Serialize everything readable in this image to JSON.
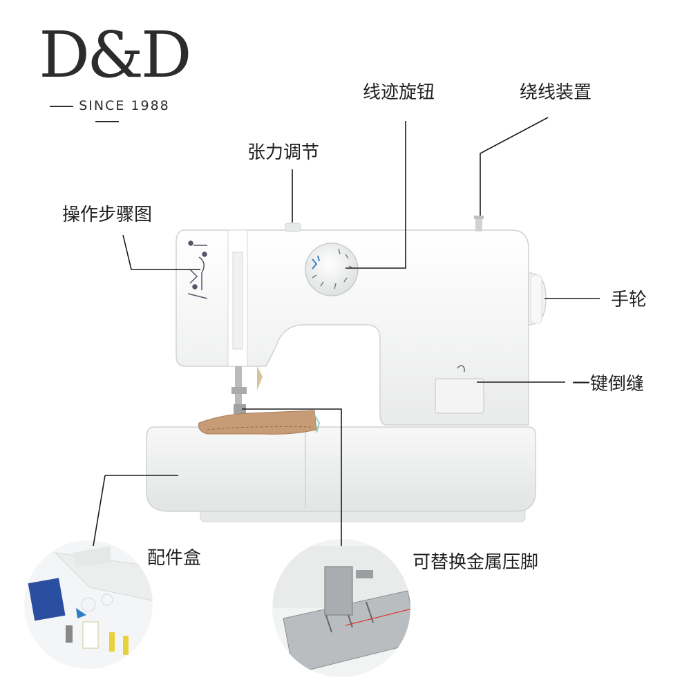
{
  "brand": {
    "logo_text": "D&D",
    "tagline": "SINCE 1988"
  },
  "callouts": {
    "stitch_dial": "线迹旋钮",
    "bobbin_winder": "绕线装置",
    "tension": "张力调节",
    "steps_chart": "操作步骤图",
    "handwheel": "手轮",
    "reverse": "一键倒缝",
    "accessory_box": "配件盒",
    "presser_foot": "可替换金属压脚"
  },
  "colors": {
    "machine_body": "#f4f5f4",
    "machine_shadow": "#d9dcdc",
    "fabric": "#c79b76",
    "leader_line": "#1a1a1a"
  }
}
